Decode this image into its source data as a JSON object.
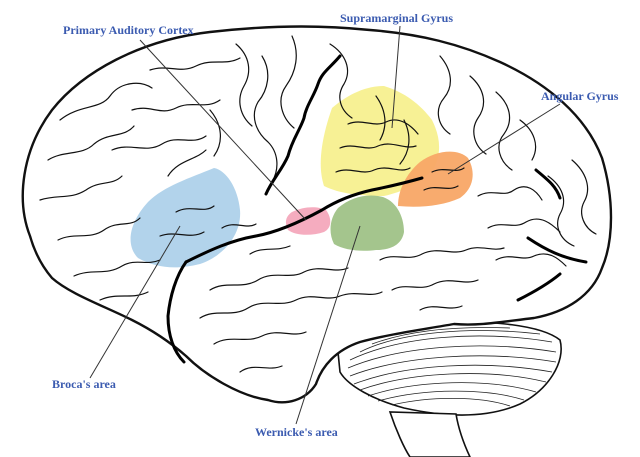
{
  "labels": {
    "primary_auditory_cortex": "Primary Auditory Cortex",
    "supramarginal_gyrus": "Supramarginal Gyrus",
    "angular_gyrus": "Angular Gyrus",
    "brocas_area": "Broca's area",
    "wernickes_area": "Wernicke's area"
  },
  "colors": {
    "label_text": "#3b5bb0",
    "brocas_area": "#aed1ea",
    "primary_auditory_cortex": "#f4a8bc",
    "wernickes_area": "#9fc287",
    "supramarginal_gyrus": "#f7f08f",
    "angular_gyrus": "#f8a766",
    "outline": "#111111"
  }
}
